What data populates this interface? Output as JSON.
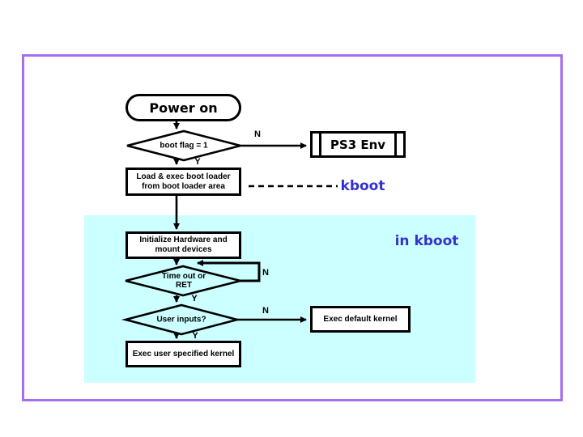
{
  "slide": {
    "border_color": "#a56ef0",
    "kboot_region_color": "#ccffff",
    "annotation_color": "#3333cc"
  },
  "flowchart": {
    "start": {
      "label": "Power on"
    },
    "decision_boot_flag": {
      "label": "boot flag = 1",
      "no_label": "N",
      "yes_label": "Y"
    },
    "ps3_env": {
      "label": "PS3 Env"
    },
    "load_boot_loader": {
      "line1": "Load & exec boot loader",
      "line2": "from boot loader area"
    },
    "kboot_annotation": "kboot",
    "in_kboot_annotation": "in kboot",
    "init_hardware": {
      "line1": "Initialize Hardware and",
      "line2": "mount devices"
    },
    "decision_timeout": {
      "line1": "Time out or",
      "line2": "RET",
      "no_label": "N",
      "yes_label": "Y"
    },
    "decision_user_inputs": {
      "label": "User inputs?",
      "no_label": "N",
      "yes_label": "Y"
    },
    "exec_default": {
      "label": "Exec default kernel"
    },
    "exec_user": {
      "label": "Exec user specified kernel"
    }
  }
}
